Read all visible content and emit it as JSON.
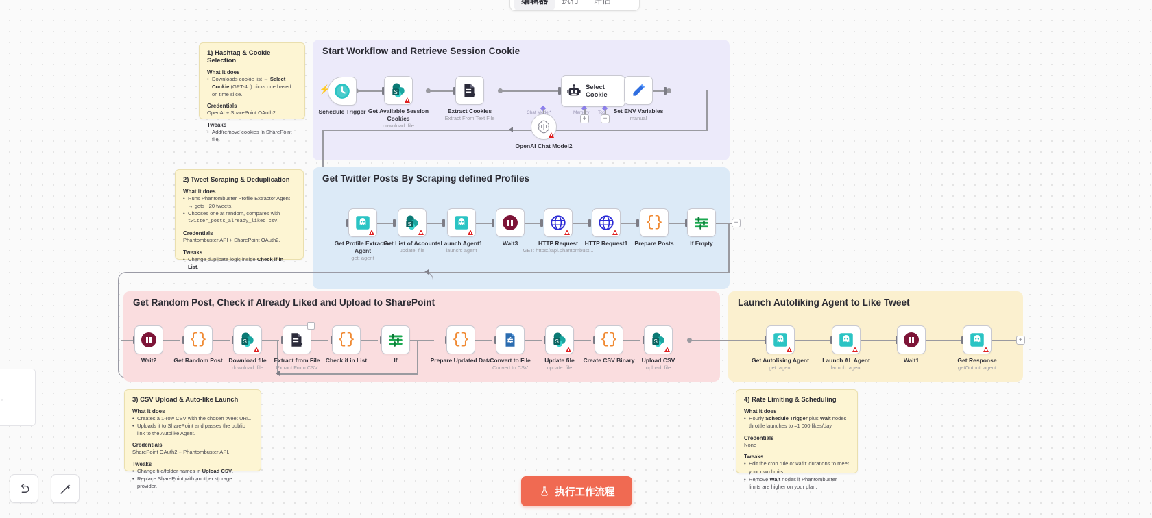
{
  "tabs": [
    {
      "label": "编辑器",
      "active": true
    },
    {
      "label": "执行",
      "active": false
    },
    {
      "label": "评估",
      "active": false
    }
  ],
  "groups": [
    {
      "title": "Start Workflow and Retrieve Session Cookie",
      "color": "#eceafa"
    },
    {
      "title": "Get Twitter Posts By Scraping defined Profiles",
      "color": "#dceaf7"
    },
    {
      "title": "Get Random Post, Check if Already Liked and Upload to SharePoint",
      "color": "#fadddf"
    },
    {
      "title": "Launch Autoliking Agent to Like Tweet",
      "color": "#fbf0cf"
    }
  ],
  "nodes": {
    "schedule_trigger": {
      "label": "Schedule Trigger",
      "sub": ""
    },
    "get_available_session_cookies": {
      "label": "Get Available Session Cookies",
      "sub": "download: file"
    },
    "extract_cookies": {
      "label": "Extract Cookies",
      "sub": "Extract From Text File"
    },
    "select_cookie": {
      "label": "Select Cookie",
      "sub": ""
    },
    "select_cookie_port_chat": {
      "label": "Chat Model*"
    },
    "select_cookie_port_memory": {
      "label": "Memory"
    },
    "select_cookie_port_tool": {
      "label": "Tool"
    },
    "openai_chat_model2": {
      "label": "OpenAI Chat Model2",
      "port": "Model"
    },
    "set_env_variables": {
      "label": "Set ENV Variables",
      "sub": "manual"
    },
    "get_profile_extractor_agent": {
      "label": "Get Profile Extractor Agent",
      "sub": "get: agent"
    },
    "get_list_of_accounts": {
      "label": "Get List of Accounts",
      "sub": "update: file"
    },
    "launch_agent1": {
      "label": "Launch Agent1",
      "sub": "launch: agent"
    },
    "wait3": {
      "label": "Wait3",
      "sub": ""
    },
    "http_request": {
      "label": "HTTP Request",
      "sub": "GET: https://api.phantombust..."
    },
    "http_request1": {
      "label": "HTTP Request1",
      "sub": ""
    },
    "prepare_posts": {
      "label": "Prepare Posts",
      "sub": ""
    },
    "if_empty": {
      "label": "If Empty",
      "sub": ""
    },
    "wait2": {
      "label": "Wait2",
      "sub": ""
    },
    "get_random_post": {
      "label": "Get Random Post",
      "sub": ""
    },
    "download_file": {
      "label": "Download file",
      "sub": "download: file"
    },
    "extract_from_file": {
      "label": "Extract from File",
      "sub": "Extract From CSV"
    },
    "check_if_in_list": {
      "label": "Check if in List",
      "sub": ""
    },
    "if_node": {
      "label": "If",
      "sub": ""
    },
    "prepare_updated_data": {
      "label": "Prepare Updated Data",
      "sub": ""
    },
    "convert_to_file": {
      "label": "Convert to File",
      "sub": "Convert to CSV"
    },
    "update_file": {
      "label": "Update file",
      "sub": "update: file"
    },
    "create_csv_binary": {
      "label": "Create CSV Binary",
      "sub": ""
    },
    "upload_csv": {
      "label": "Upload CSV",
      "sub": "upload: file"
    },
    "get_autoliking_agent": {
      "label": "Get Autoliking Agent",
      "sub": "get: agent"
    },
    "launch_al_agent": {
      "label": "Launch AL Agent",
      "sub": "launch: agent"
    },
    "wait1": {
      "label": "Wait1",
      "sub": ""
    },
    "get_response": {
      "label": "Get Response",
      "sub": "getOutput: agent"
    }
  },
  "notes": [
    {
      "title": "1) Hashtag & Cookie Selection",
      "sections": [
        {
          "heading": "What it does",
          "items": [
            "Downloads cookie list → <b>Select Cookie</b> (GPT-4o) picks one based on time slice."
          ]
        },
        {
          "heading": "Credentials",
          "text": "OpenAI + SharePoint OAuth2."
        },
        {
          "heading": "Tweaks",
          "items": [
            "Add/remove cookies in SharePoint file."
          ]
        }
      ]
    },
    {
      "title": "2) Tweet Scraping & Deduplication",
      "sections": [
        {
          "heading": "What it does",
          "items": [
            "Runs Phantombuster Profile Extractor Agent → gets ~20 tweets.",
            "Chooses one at random, compares with <code>twitter_posts_already_liked.csv</code>."
          ]
        },
        {
          "heading": "Credentials",
          "text": "Phantombuster API + SharePoint OAuth2."
        },
        {
          "heading": "Tweaks",
          "items": [
            "Change duplicate logic inside <b>Check if in List</b>."
          ]
        }
      ]
    },
    {
      "title": "3) CSV Upload & Auto-like Launch",
      "sections": [
        {
          "heading": "What it does",
          "items": [
            "Creates a 1-row CSV with the chosen tweet URL.",
            "Uploads it to SharePoint and passes the public link to the Autolike Agent."
          ]
        },
        {
          "heading": "Credentials",
          "text": "SharePoint OAuth2 + Phantombuster API."
        },
        {
          "heading": "Tweaks",
          "items": [
            "Change file/folder names in <b>Upload CSV</b>.",
            "Replace SharePoint with another storage provider."
          ]
        }
      ]
    },
    {
      "title": "4) Rate Limiting & Scheduling",
      "sections": [
        {
          "heading": "What it does",
          "items": [
            "Hourly <b>Schedule Trigger</b> plus <b>Wait</b> nodes throttle launches to ≈1 000 likes/day."
          ]
        },
        {
          "heading": "Credentials",
          "text": "None"
        },
        {
          "heading": "Tweaks",
          "items": [
            "Edit the cron rule or <code>Wait</code> durations to meet your own limits.",
            "Remove <b>Wait</b> nodes if Phantombuster limits are higher on your plan."
          ]
        }
      ]
    }
  ],
  "controls": {
    "undo_label": "undo",
    "tidy_label": "tidy-up",
    "run_label": "执行工作流程"
  },
  "colors": {
    "accent": "#f06a52",
    "wire": "#9a9aa0",
    "warn": "#e02020"
  }
}
